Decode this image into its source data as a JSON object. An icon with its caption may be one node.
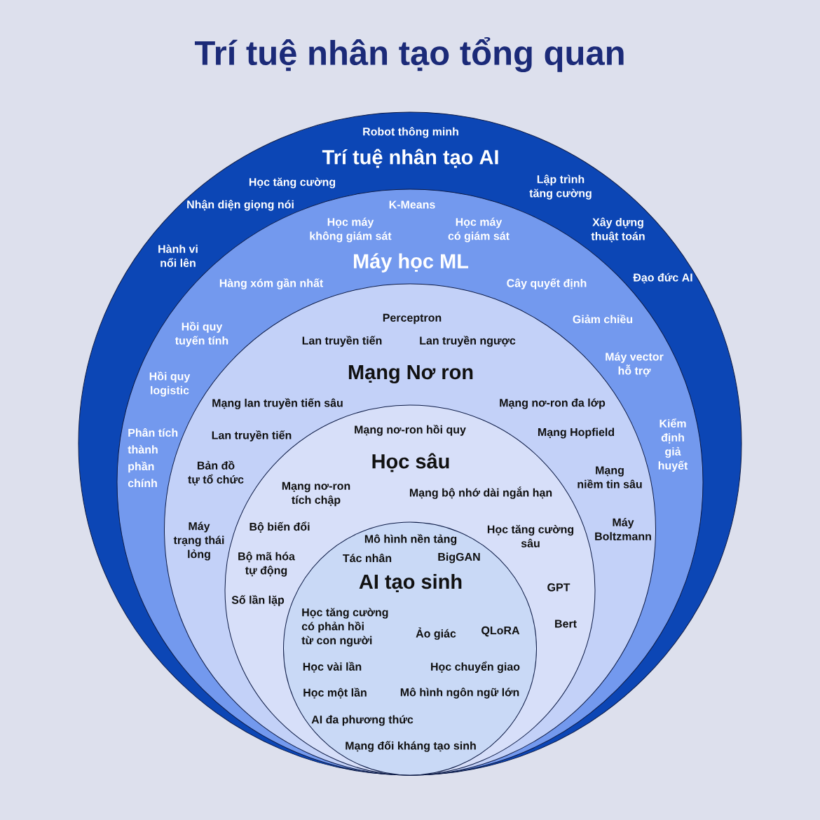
{
  "diagram": {
    "title": "Trí tuệ nhân tạo tổng quan",
    "nodes": [
      {
        "text": [
          "Robot thông minh",
          "Trí tuệ nhân tạo AI",
          "Học tăng cường",
          "Lập trình tăng cường",
          "Nhận diện giọng nói",
          "Xây dựng thuật toán",
          "Hành vi nổi lên",
          "Đạo đức AI"
        ]
      },
      {
        "text": [
          "K-Means",
          "Học máy không giám sát",
          "Học máy có giám sát",
          "Máy học ML",
          "Hàng xóm gần nhất",
          "Cây quyết định",
          "Giảm chiều",
          "Hồi quy tuyến tính",
          "Máy vector hỗ trợ",
          "Hồi quy logistic",
          "Kiểm định giả huyết",
          "Phân tích thành phần chính"
        ],
        "in": 0
      },
      {
        "text": [
          "Perceptron",
          "Lan truyền tiến",
          "Lan truyền ngược",
          "Mạng Nơ ron",
          "Mạng lan truyền tiến sâu",
          "Mạng nơ-ron đa lớp",
          "Lan truyền tiến",
          "Mạng Hopfield",
          "Bản đồ tự tổ chức",
          "Mạng niềm tin sâu",
          "Máy trạng thái lỏng",
          "Máy Boltzmann"
        ],
        "in": 1
      },
      {
        "text": [
          "Mạng nơ-ron hồi quy",
          "Học sâu",
          "Mạng nơ-ron tích chập",
          "Mạng bộ nhớ dài ngắn hạn",
          "Bộ biến đổi",
          "Học tăng cường sâu",
          "Bộ mã hóa tự động",
          "GPT",
          "Số lần lặp",
          "Bert"
        ],
        "in": 2
      },
      {
        "text": [
          "Mô hình nền tảng",
          "Tác nhân",
          "BigGAN",
          "AI tạo sinh",
          "Học tăng cường có phản hồi từ con người",
          "Ảo giác",
          "QLoRA",
          "Học vài lần",
          "Học chuyển giao",
          "Học một lần",
          "Mô hình ngôn ngữ lớn",
          "AI đa phương thức",
          "Mạng đối kháng tạo sinh"
        ],
        "in": 3
      }
    ]
  }
}
